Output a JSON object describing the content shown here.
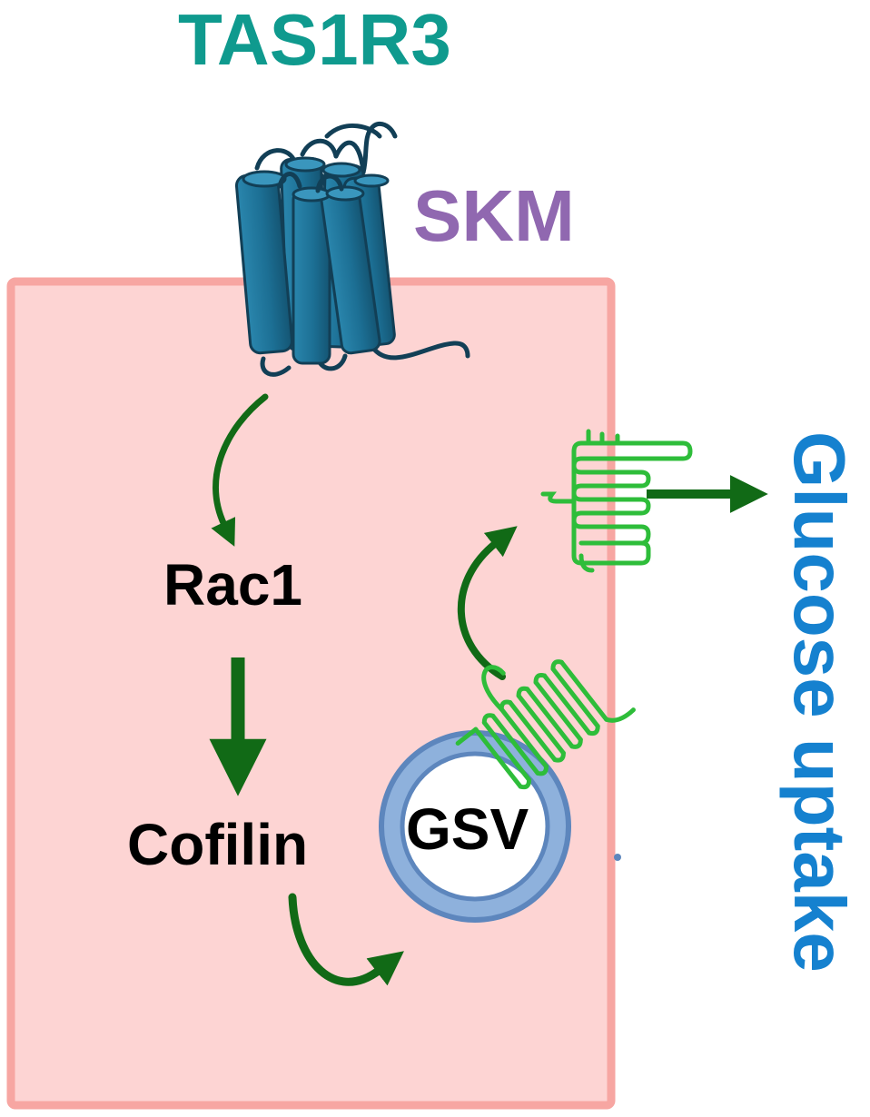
{
  "labels": {
    "receptor": "TAS1R3",
    "tissue": "SKM",
    "rac1": "Rac1",
    "cofilin": "Cofilin",
    "gsv": "GSV",
    "uptake": "Glucose uptake"
  },
  "colors": {
    "receptor_text": "#0f9a8e",
    "tissue_text": "#9068b0",
    "uptake_text": "#1581cf",
    "cell_fill": "#fdd4d3",
    "cell_border": "#f7a6a2",
    "receptor_body": "#1c6f94",
    "receptor_dark": "#123f56",
    "arrow": "#116a16",
    "glut": "#2ebd3a",
    "vesicle_ring": "#8eb1dc",
    "vesicle_edge": "#5d86bd"
  },
  "icons": {
    "receptor": "seven-transmembrane-receptor-icon",
    "transporter": "glut4-transporter-icon",
    "vesicle": "vesicle-icon"
  }
}
